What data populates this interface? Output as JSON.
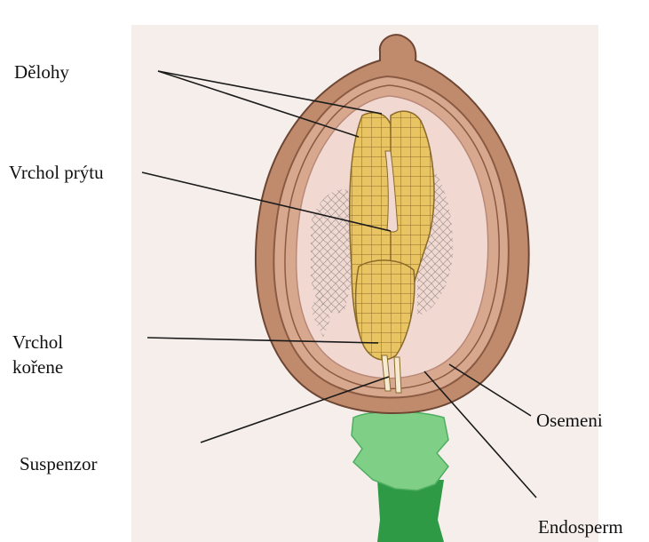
{
  "diagram": {
    "labels": {
      "cotyledons": "Dělohy",
      "shoot_apex": "Vrchol prýtu",
      "root_apex_line1": "Vrchol",
      "root_apex_line2": "kořene",
      "suspensor": "Suspenzor",
      "seed_coat": "Osemeni",
      "endosperm": "Endosperm"
    },
    "colors": {
      "seed_coat": "#c08a6c",
      "seed_coat_dark": "#8a5a42",
      "endosperm": "#f1d9d2",
      "embryo_fill": "#e9c463",
      "embryo_cells": "#8a6a2a",
      "suspensor": "#7fcf86",
      "suspensor_dark": "#2e9a46",
      "leader": "#1a1a1a"
    }
  }
}
